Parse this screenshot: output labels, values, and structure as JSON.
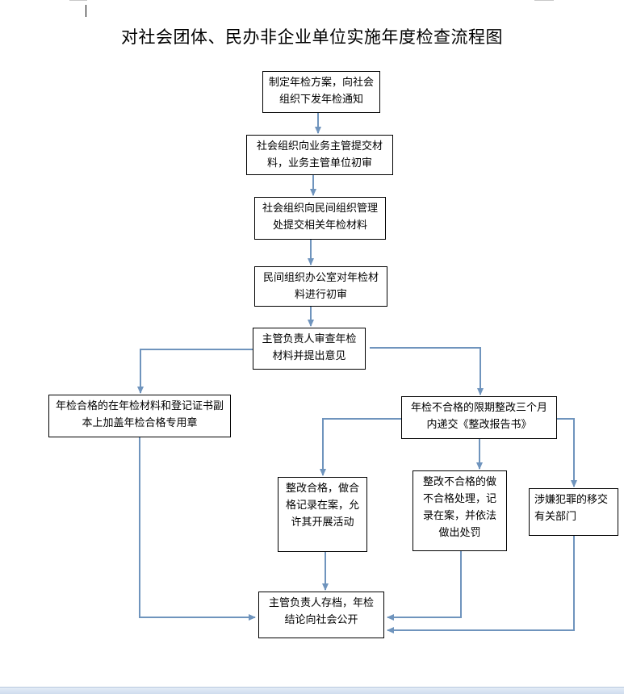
{
  "title": "对社会团体、民办非企业单位实施年度检查流程图",
  "nodes": {
    "n1": "制定年检方案，向社会组织下发年检通知",
    "n2": "社会组织向业务主管提交材料，业务主管单位初审",
    "n3": "社会组织向民间组织管理处提交相关年检材料",
    "n4": "民间组织办公室对年检材料进行初审",
    "n5": "主管负责人审查年检材料并提出意见",
    "n6": "年检合格的在年检材料和登记证书副本上加盖年检合格专用章",
    "n7": "年检不合格的限期整改三个月内递交《整改报告书》",
    "n8": "整改合格，做合格记录在案，允许其开展活动",
    "n9": "整改不合格的做不合格处理，记录在案，并依法做出处罚",
    "n10": "涉嫌犯罪的移交有关部门",
    "n11": "主管负责人存档，年检结论向社会公开"
  },
  "colors": {
    "arrow": "#6f94bd",
    "border": "#000000"
  }
}
